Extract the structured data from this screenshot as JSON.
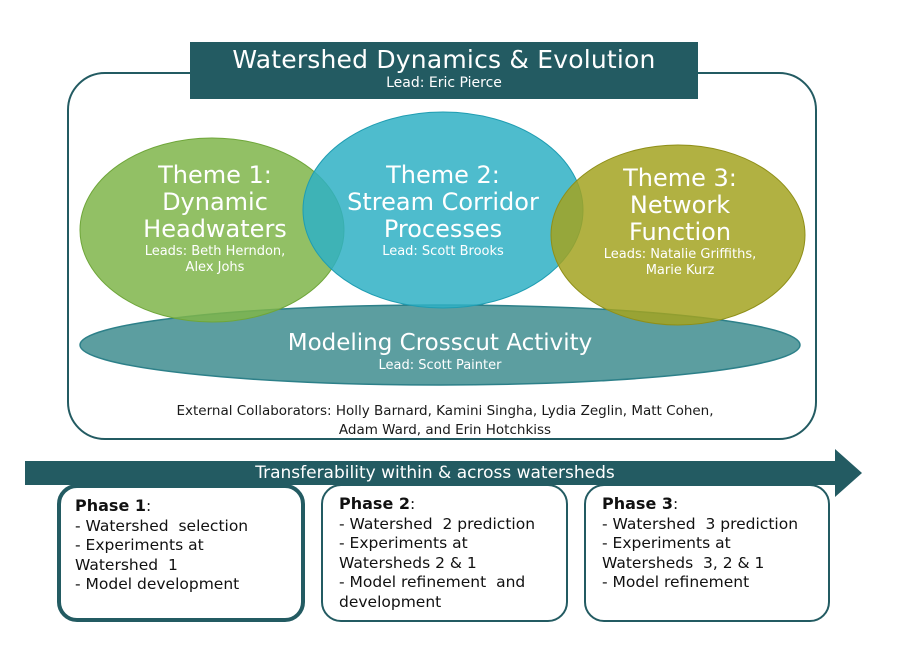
{
  "header": {
    "title": "Watershed Dynamics & Evolution",
    "lead": "Lead: Eric Pierce"
  },
  "themes": [
    {
      "title_lines": [
        "Theme 1:",
        "Dynamic",
        "Headwaters"
      ],
      "leads_lines": [
        "Leads: Beth Herndon,",
        "Alex Johs"
      ],
      "color": "#7fb54a"
    },
    {
      "title_lines": [
        "Theme 2:",
        "Stream Corridor",
        "Processes"
      ],
      "leads_lines": [
        "Lead: Scott Brooks"
      ],
      "color": "#2fb0c4"
    },
    {
      "title_lines": [
        "Theme 3:",
        "Network",
        "Function"
      ],
      "leads_lines": [
        "Leads: Natalie Griffiths,",
        "Marie Kurz"
      ],
      "color": "#a3a321"
    }
  ],
  "crosscut": {
    "title": "Modeling Crosscut Activity",
    "lead": "Lead: Scott Painter",
    "color": "#4a9396"
  },
  "collaborators": {
    "line1": "External Collaborators: Holly Barnard, Kamini Singha, Lydia Zeglin, Matt Cohen,",
    "line2": "Adam Ward, and Erin Hotchkiss"
  },
  "arrow": {
    "label": "Transferability within & across watersheds",
    "color": "#235b62"
  },
  "phases": [
    {
      "title": "Phase 1",
      "suffix": ":",
      "lines": [
        "- Watershed  selection",
        "- Experiments at",
        "Watershed  1",
        "- Model development"
      ]
    },
    {
      "title": "Phase 2",
      "suffix": ":",
      "lines": [
        "- Watershed  2 prediction",
        "- Experiments at",
        "Watersheds 2 & 1",
        "- Model refinement  and",
        "development"
      ]
    },
    {
      "title": "Phase 3",
      "suffix": ":",
      "lines": [
        "- Watershed  3 prediction",
        "- Experiments at",
        "Watersheds  3, 2 & 1",
        "- Model refinement"
      ]
    }
  ]
}
